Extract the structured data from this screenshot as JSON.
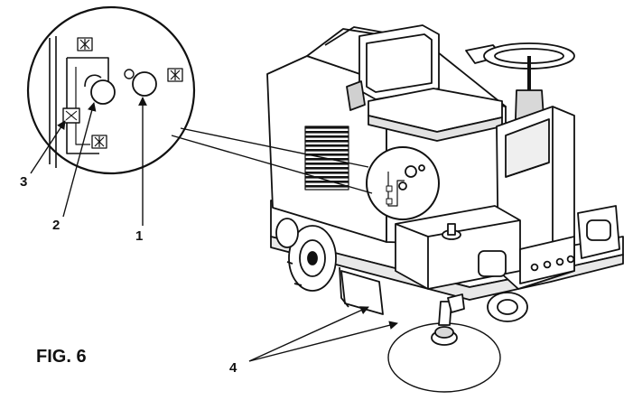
{
  "figure": {
    "label": "FIG. 6"
  },
  "callouts": [
    {
      "id": "1",
      "text": "1"
    },
    {
      "id": "2",
      "text": "2"
    },
    {
      "id": "3",
      "text": "3"
    },
    {
      "id": "4",
      "text": "4"
    }
  ],
  "colors": {
    "ink": "#111111",
    "paper": "#ffffff",
    "shade": "#9a9a9a"
  }
}
